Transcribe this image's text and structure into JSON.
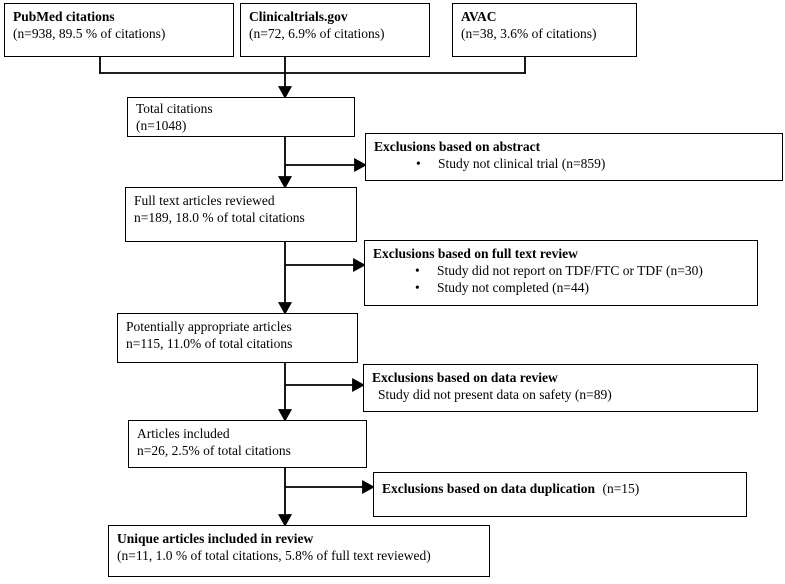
{
  "colors": {
    "line": "#000000",
    "box_border": "#000000",
    "background": "#ffffff",
    "text": "#000000"
  },
  "icons": {
    "bullet": "•"
  },
  "boxes": {
    "pubmed": {
      "title": "PubMed citations",
      "subtitle": "(n=938, 89.5 % of citations)"
    },
    "clinicaltrials": {
      "title": "Clinicaltrials.gov",
      "subtitle": "(n=72, 6.9% of citations)"
    },
    "avac": {
      "title": "AVAC",
      "subtitle": "(n=38, 3.6% of citations)"
    },
    "total": {
      "title": "Total citations",
      "subtitle": "(n=1048)"
    },
    "fulltext": {
      "title": "Full text articles reviewed",
      "subtitle": "n=189, 18.0 % of total citations"
    },
    "potentially": {
      "title": "Potentially appropriate articles",
      "subtitle": "n=115, 11.0% of total citations"
    },
    "articles": {
      "title": "Articles included",
      "subtitle": "n=26, 2.5% of total citations"
    },
    "unique": {
      "title": "Unique articles included in review",
      "subtitle": "(n=11, 1.0 % of total citations, 5.8% of full text reviewed)"
    }
  },
  "exclusions": {
    "abstract": {
      "title": "Exclusions based on abstract",
      "items": [
        "Study not clinical trial (n=859)"
      ]
    },
    "fulltext": {
      "title": "Exclusions based on full text review",
      "items": [
        "Study did not report on TDF/FTC or TDF (n=30)",
        "Study not completed (n=44)"
      ]
    },
    "datareview": {
      "title": "Exclusions based on data review",
      "note": "Study did not present data on safety (n=89)"
    },
    "duplication": {
      "title": "Exclusions based on data duplication",
      "suffix": "(n=15)"
    }
  }
}
